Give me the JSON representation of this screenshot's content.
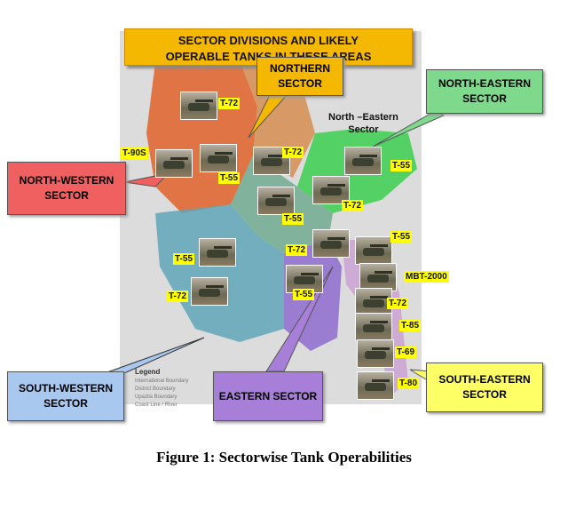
{
  "title": "SECTOR DIVISIONS AND LIKELY OPERABLE TANKS IN THESE AREAS",
  "title_lines": [
    "SECTOR DIVISIONS AND LIKELY",
    "OPERABLE TANKS IN THESE AREAS"
  ],
  "sectors": {
    "northern": {
      "line1": "NORTHERN",
      "line2": "SECTOR",
      "color": "#f5b800"
    },
    "north_eastern": {
      "line1": "NORTH-EASTERN",
      "line2": "SECTOR",
      "color": "#7fd98c"
    },
    "north_western": {
      "line1": "NORTH-WESTERN",
      "line2": "SECTOR",
      "color": "#f06060"
    },
    "south_western": {
      "line1": "SOUTH-WESTERN",
      "line2": "SECTOR",
      "color": "#a8c8f0"
    },
    "eastern": {
      "line1": "EASTERN SECTOR",
      "color": "#a77fd9"
    },
    "south_eastern": {
      "line1": "SOUTH-EASTERN",
      "line2": "SECTOR",
      "color": "#ffff66"
    }
  },
  "map_label": {
    "line1": "North –Eastern",
    "line2": "Sector"
  },
  "tanks": [
    "T-72",
    "T-90S",
    "T-55",
    "T-72",
    "T-55",
    "T-55",
    "T-72",
    "T-55",
    "T-72",
    "T-55",
    "MBT-2000",
    "T-72",
    "T-55",
    "T-72",
    "T-85",
    "T-69",
    "T-80"
  ],
  "legend": {
    "title": "Legend",
    "items": [
      "International Boundary",
      "District Boundary",
      "Upazila Boundary",
      "Coast Line / River"
    ]
  },
  "caption": "Figure 1: Sectorwise Tank Operabilities"
}
